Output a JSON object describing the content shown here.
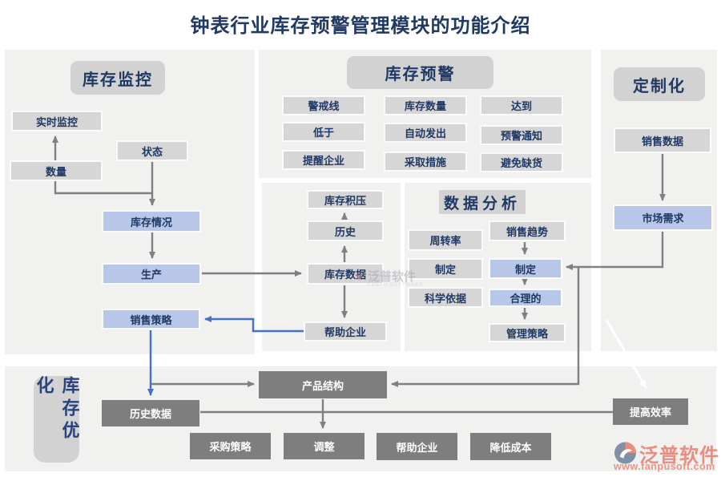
{
  "title": "钟表行业库存预警管理模块的功能介绍",
  "colors": {
    "navy_text": "#1f3864",
    "panel_bg": "#f1f1f0",
    "gray_box": "#d6d6d6",
    "header_box": "#d2d2d2",
    "blue_box": "#b8c7e8",
    "dark_box": "#7e7e7e",
    "gray_arrow": "#808080",
    "blue_arrow": "#4472c4",
    "brand_salmon": "#e98d80"
  },
  "monitoring": {
    "header": "库存监控",
    "realtime": "实时监控",
    "status": "状态",
    "quantity": "数量",
    "stock_situation": "库存情况",
    "production": "生产",
    "sales_strategy": "销售策略"
  },
  "warning": {
    "header": "库存预警",
    "cells": [
      "警戒线",
      "库存数量",
      "达到",
      "低于",
      "自动发出",
      "预警通知",
      "提醒企业",
      "采取措施",
      "避免缺货"
    ]
  },
  "stock_chain": {
    "overstock": "库存积压",
    "history": "历史",
    "stock_data": "库存数据",
    "help_enterprise": "帮助企业"
  },
  "analysis": {
    "header": "数据分析",
    "turnover": "周转率",
    "formulate_left": "制定",
    "scientific_basis": "科学依据",
    "sales_trend": "销售趋势",
    "formulate": "制定",
    "reasonable": "合理的",
    "management_strategy": "管理策略"
  },
  "customization": {
    "header": "定制化",
    "sales_data": "销售数据",
    "market_demand": "市场需求"
  },
  "optimization": {
    "header": "库存优化",
    "history_data": "历史数据",
    "product_structure": "产品结构",
    "purchase_strategy": "采购策略",
    "adjust": "调整",
    "help_enterprise": "帮助企业",
    "reduce_cost": "降低成本",
    "improve_efficiency": "提高效率"
  },
  "watermark": {
    "brand": "泛普软件",
    "sub": "FANPU SOFTWARE"
  },
  "logo": {
    "brand": "泛普软件",
    "url": "www.fanpusoft.com"
  }
}
